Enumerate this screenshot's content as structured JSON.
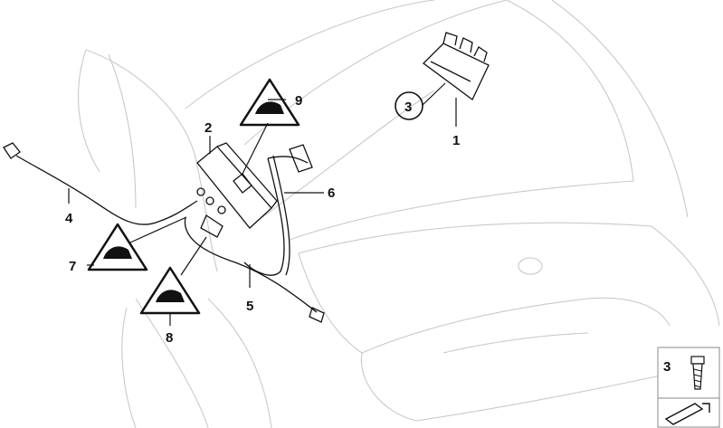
{
  "callouts": [
    {
      "id": "1",
      "text": "1"
    },
    {
      "id": "2",
      "text": "2"
    },
    {
      "id": "3",
      "text": "3"
    },
    {
      "id": "4",
      "text": "4"
    },
    {
      "id": "5",
      "text": "5"
    },
    {
      "id": "6",
      "text": "6"
    },
    {
      "id": "7",
      "text": "7"
    },
    {
      "id": "8",
      "text": "8"
    },
    {
      "id": "9",
      "text": "9"
    }
  ],
  "legend": {
    "item_number": "3"
  },
  "colors": {
    "line": "#111111",
    "car_outline": "#c9c9c9",
    "legend_box": "#888888"
  },
  "icons": [
    "warning-triangle-icon",
    "screw-icon",
    "arrow-corner-icon"
  ]
}
